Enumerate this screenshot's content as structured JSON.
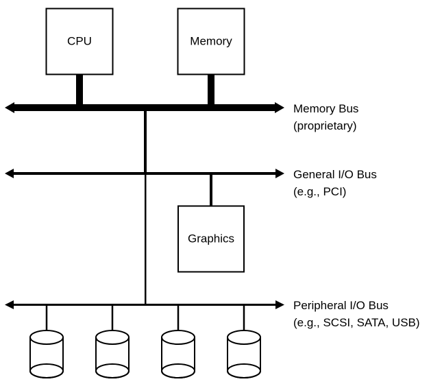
{
  "components": {
    "cpu": "CPU",
    "memory": "Memory",
    "graphics": "Graphics"
  },
  "buses": {
    "memory_bus": {
      "name": "Memory Bus",
      "detail": "(proprietary)"
    },
    "general_bus": {
      "name": "General I/O Bus",
      "detail": "(e.g., PCI)"
    },
    "peripheral_bus": {
      "name": "Peripheral I/O Bus",
      "detail": "(e.g., SCSI, SATA, USB)"
    }
  },
  "disks": [
    {
      "icon": "disk-icon"
    },
    {
      "icon": "disk-icon"
    },
    {
      "icon": "disk-icon"
    },
    {
      "icon": "disk-icon"
    }
  ]
}
